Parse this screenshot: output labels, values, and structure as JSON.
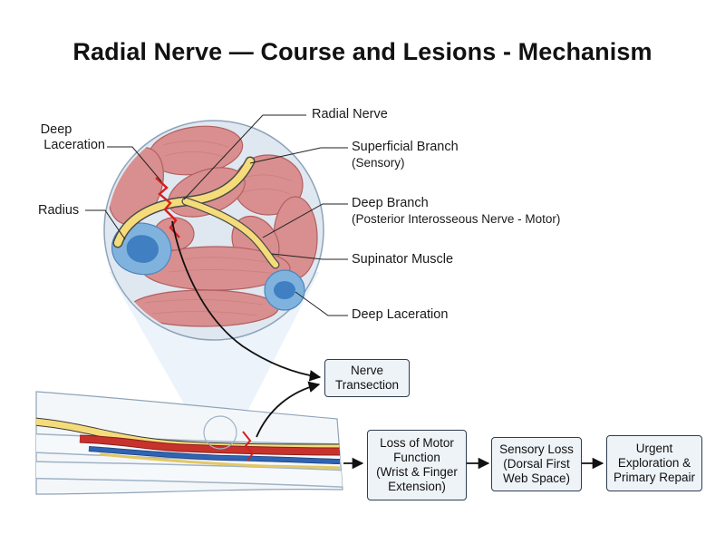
{
  "title": "Radial Nerve — Course and Lesions - Mechanism",
  "labels": {
    "radial_nerve": "Radial Nerve",
    "superficial_branch": "Superficial Branch",
    "superficial_branch_sub": "(Sensory)",
    "deep_branch": "Deep Branch",
    "deep_branch_sub": "(Posterior Interosseous Nerve - Motor)",
    "supinator_muscle": "Supinator Muscle",
    "deep_laceration_right": "Deep Laceration",
    "deep_laceration_left_line1": "Deep",
    "deep_laceration_left_line2": "Laceration",
    "radius": "Radius"
  },
  "flow": {
    "nerve_transection": [
      "Nerve",
      "Transection"
    ],
    "loss_motor": [
      "Loss of Motor",
      "Function",
      "(Wrist & Finger",
      "Extension)"
    ],
    "sensory_loss": [
      "Sensory Loss",
      "(Dorsal First",
      "Web Space)"
    ],
    "urgent_repair": [
      "Urgent",
      "Exploration &",
      "Primary Repair"
    ]
  },
  "colors": {
    "muscle": "#d98f8f",
    "bone_outer": "#7fb3de",
    "bone_inner": "#3f7fc2",
    "nerve": "#f5dc7a",
    "artery": "#c8322d",
    "vein": "#2f63b3",
    "laceration": "#d61e1e",
    "box_fill": "#eef3f8"
  }
}
